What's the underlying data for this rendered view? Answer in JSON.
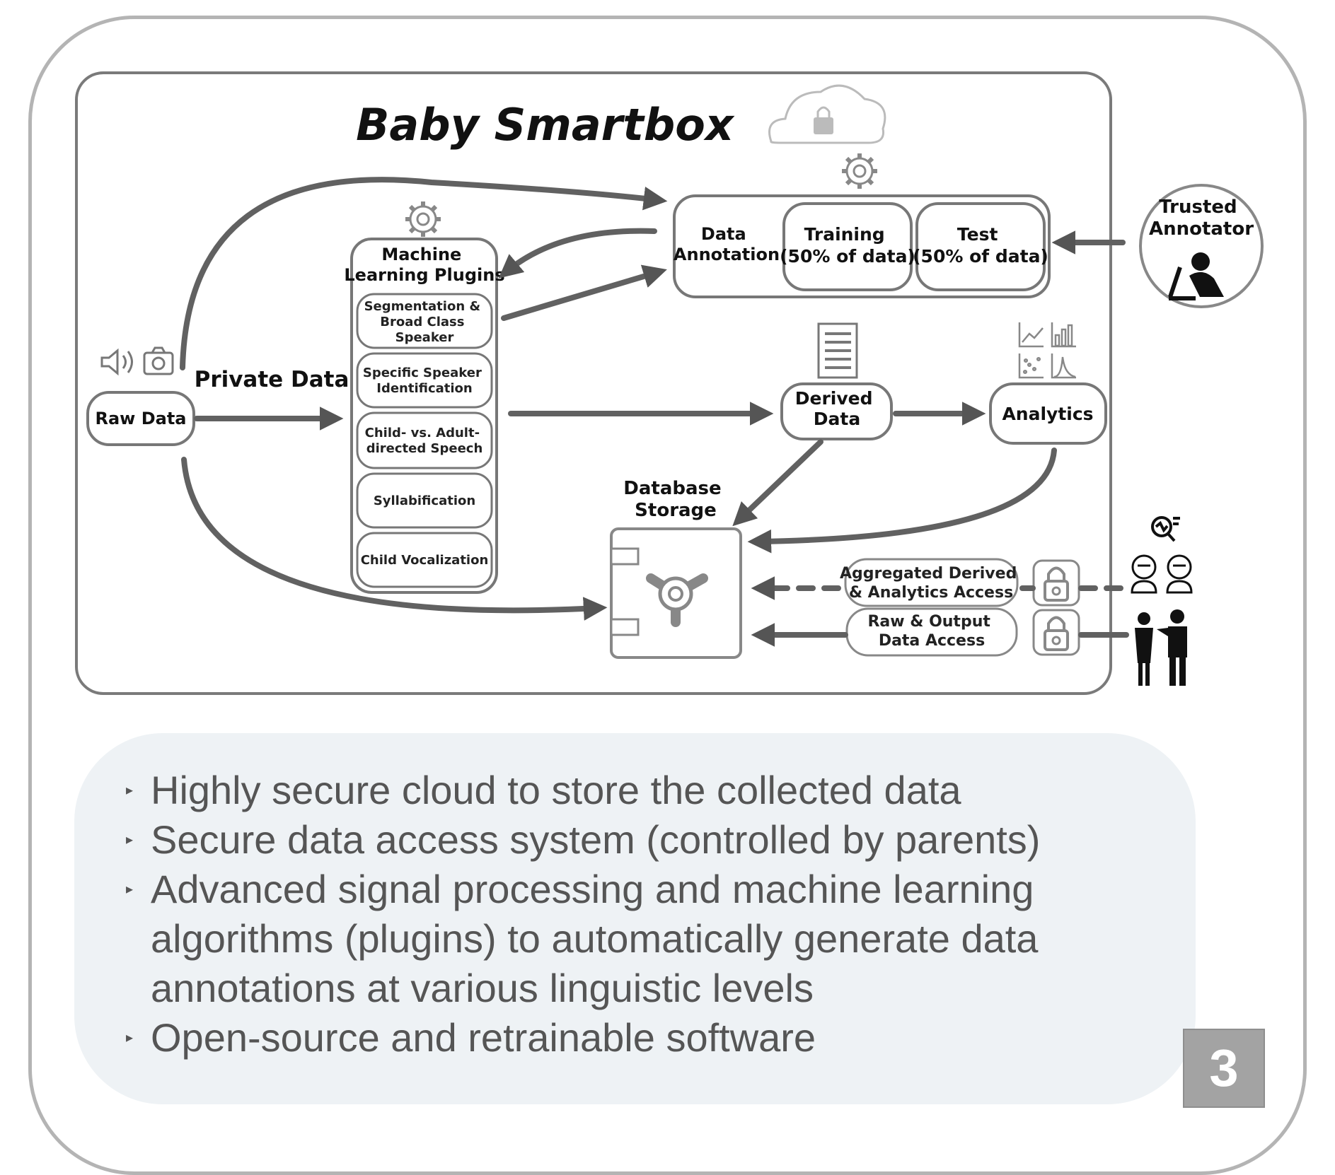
{
  "diagram": {
    "title": "Baby Smartbox",
    "raw_data": "Raw Data",
    "private_data": "Private Data",
    "ml_header": [
      "Machine",
      "Learning Plugins"
    ],
    "plugins": [
      [
        "Segmentation &",
        "Broad Class",
        "Speaker"
      ],
      [
        "Specific Speaker",
        "Identification"
      ],
      [
        "Child- vs. Adult-",
        "directed Speech"
      ],
      [
        "Syllabification"
      ],
      [
        "Child Vocalization"
      ]
    ],
    "annotation": [
      "Data",
      "Annotation"
    ],
    "training": [
      "Training",
      "(50% of data)"
    ],
    "test": [
      "Test",
      "(50% of data)"
    ],
    "trusted_annotator": [
      "Trusted",
      "Annotator"
    ],
    "derived_data": [
      "Derived",
      "Data"
    ],
    "analytics": "Analytics",
    "database_storage": [
      "Database",
      "Storage"
    ],
    "aggregated_access": [
      "Aggregated Derived",
      "& Analytics Access"
    ],
    "raw_output_access": [
      "Raw & Output",
      "Data Access"
    ]
  },
  "bullets": [
    "Highly secure cloud to store the collected data",
    "Secure data access system (controlled by parents)",
    "Advanced signal processing and machine learning algorithms (plugins) to automatically generate data annotations at various linguistic levels",
    "Open-source and retrainable software"
  ],
  "slide_number": "3",
  "colors": {
    "frame": "#b4b4b4",
    "panel": "#eef2f5",
    "bullet_text": "#555555",
    "diagram_stroke": "#6e6e6e",
    "badge": "#a3a3a3"
  }
}
